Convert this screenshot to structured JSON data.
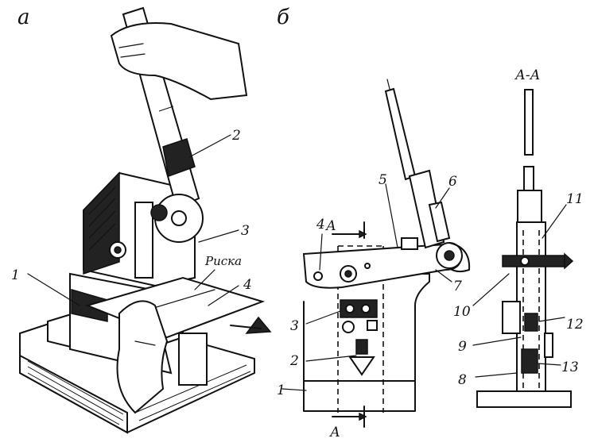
{
  "panels": {
    "a": "а",
    "b": "б"
  },
  "view_a": {
    "labels": [
      "1",
      "2",
      "3",
      "4"
    ],
    "risk": "Риска"
  },
  "view_b": {
    "labels": [
      "1",
      "2",
      "3",
      "4",
      "5",
      "6",
      "7"
    ],
    "section": "А",
    "section2": "А"
  },
  "section_view": {
    "title": "А-А",
    "labels": [
      "8",
      "9",
      "10",
      "11",
      "12",
      "13"
    ]
  }
}
